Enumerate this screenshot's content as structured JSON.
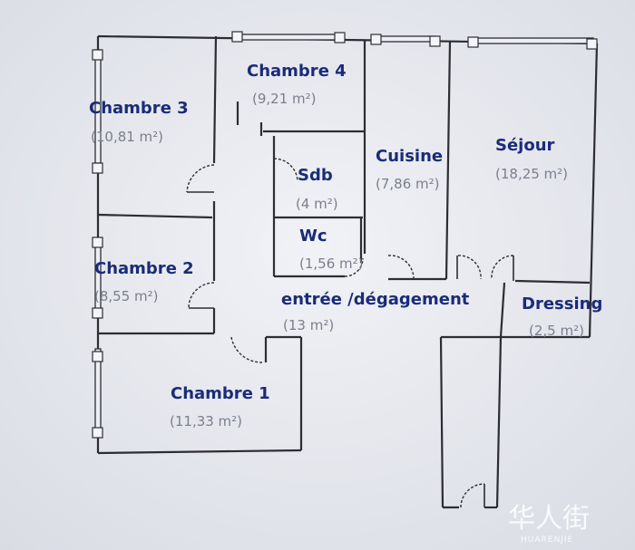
{
  "rooms": [
    {
      "id": "chambre-3",
      "name": "Chambre 3",
      "area": "(10,81 m²)"
    },
    {
      "id": "chambre-4",
      "name": "Chambre 4",
      "area": "(9,21 m²)"
    },
    {
      "id": "sdb",
      "name": "Sdb",
      "area": "(4 m²)"
    },
    {
      "id": "cuisine",
      "name": "Cuisine",
      "area": "(7,86 m²)"
    },
    {
      "id": "sejour",
      "name": "Séjour",
      "area": "(18,25 m²)"
    },
    {
      "id": "wc",
      "name": "Wc",
      "area": "(1,56 m²)"
    },
    {
      "id": "chambre-2",
      "name": "Chambre 2",
      "area": "(8,55 m²)"
    },
    {
      "id": "entree",
      "name": "entrée /dégagement",
      "area": "(13 m²)"
    },
    {
      "id": "dressing",
      "name": "Dressing",
      "area": "(2,5 m²)"
    },
    {
      "id": "chambre-1",
      "name": "Chambre 1",
      "area": "(11,33 m²)"
    }
  ],
  "watermark": {
    "logo": "华人街",
    "sub": "HUARENJIE"
  },
  "colors": {
    "label": "#1a2c78",
    "area": "#7c7f8c",
    "wall": "#2d2d33",
    "background": "#eceef3"
  }
}
